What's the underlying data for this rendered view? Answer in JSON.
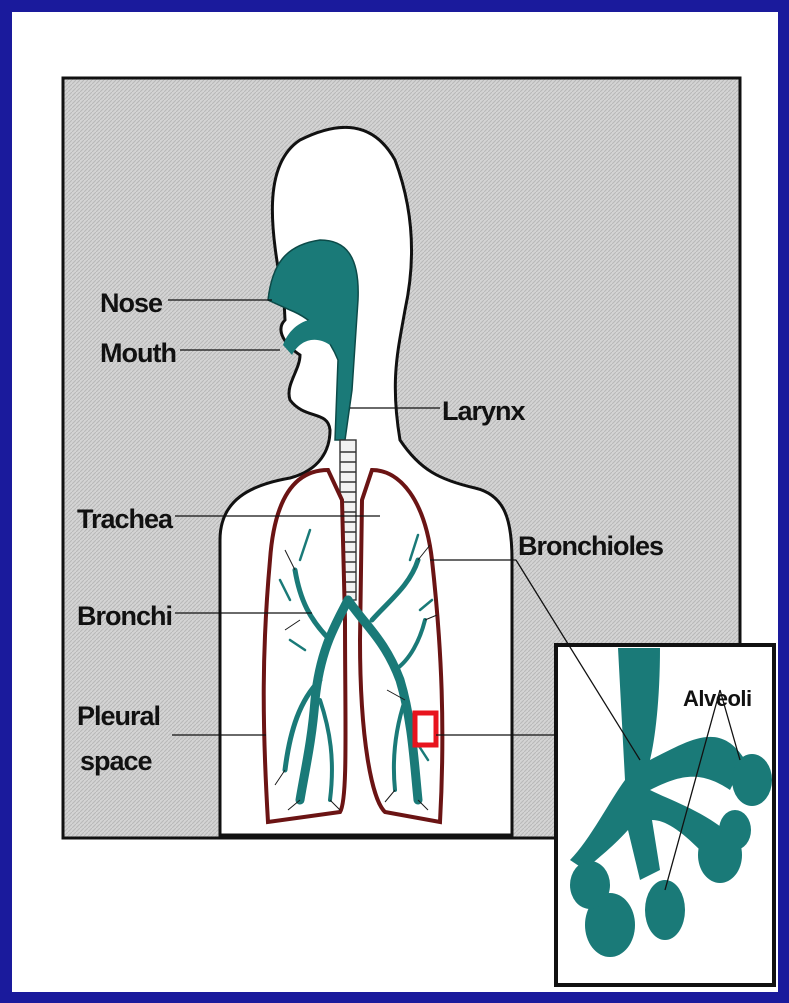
{
  "colors": {
    "frame": "#1a1a9c",
    "slide": "#ffffff",
    "panel_bg": "#d0d0d0",
    "airway": "#1a7a78",
    "lung_outline": "#6b1414",
    "highlight": "#e8141e"
  },
  "labels": {
    "nose": "Nose",
    "mouth": "Mouth",
    "larynx": "Larynx",
    "trachea": "Trachea",
    "bronchioles": "Bronchioles",
    "bronchi": "Bronchi",
    "pleural": "Pleural",
    "space": "space",
    "alveoli": "Alveoli"
  }
}
